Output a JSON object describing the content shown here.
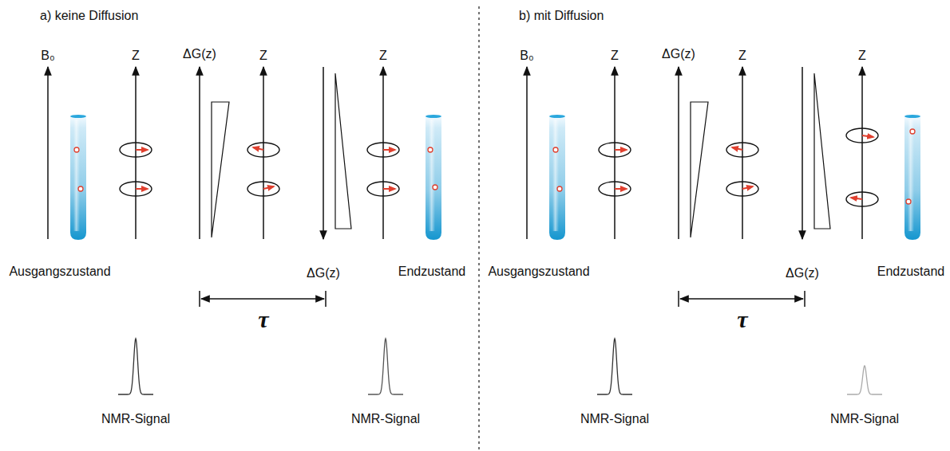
{
  "diagram": {
    "labels": [
      "a) keine Diffusion",
      "B₀",
      "Z",
      "ΔG(z)",
      "Z",
      "Z",
      "Ausgangszustand",
      "ΔG(z)",
      "Endzustand",
      "τ",
      "NMR-Signal",
      "NMR-Signal",
      "b) mit Diffusion",
      "B₀",
      "Z",
      "ΔG(z)",
      "Z",
      "Z",
      "Ausgangszustand",
      "ΔG(z)",
      "Endzustand",
      "τ",
      "NMR-Signal",
      "NMR-Signal"
    ]
  }
}
